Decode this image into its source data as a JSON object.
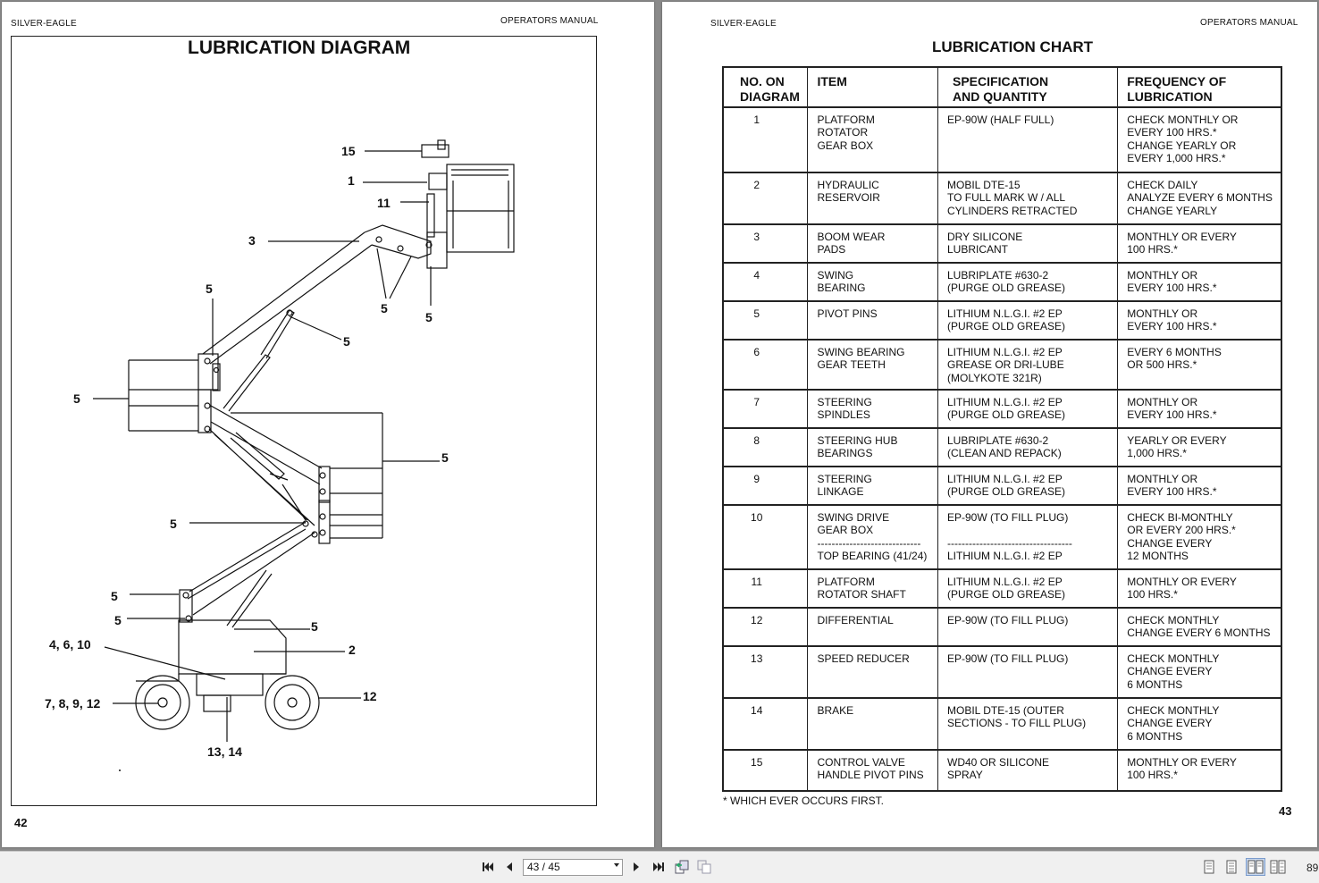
{
  "left_page": {
    "brand": "SILVER-EAGLE",
    "manual": "OPERATORS MANUAL",
    "title": "LUBRICATION DIAGRAM",
    "page_number": "42",
    "callouts": {
      "c15": "15",
      "c1": "1",
      "c11": "11",
      "c3": "3",
      "c5a": "5",
      "c5b": "5",
      "c5c": "5",
      "c5d": "5",
      "c5e": "5",
      "c5f": "5",
      "c5g": "5",
      "c5h": "5",
      "c5i": "5",
      "c5j": "5",
      "c4610": "4, 6, 10",
      "c2": "2",
      "c78912": "7, 8, 9, 12",
      "c12": "12",
      "c1314": "13, 14"
    }
  },
  "right_page": {
    "brand": "SILVER-EAGLE",
    "manual": "OPERATORS MANUAL",
    "title": "LUBRICATION CHART",
    "page_number": "43",
    "footnote": "* WHICH EVER OCCURS FIRST.",
    "columns": [
      "NO. ON\nDIAGRAM",
      "ITEM",
      "SPECIFICATION\nAND QUANTITY",
      "FREQUENCY OF\nLUBRICATION"
    ],
    "rows": [
      {
        "no": "1",
        "item": "PLATFORM\nROTATOR\nGEAR BOX",
        "spec": "EP-90W (HALF FULL)",
        "freq": "CHECK MONTHLY OR\nEVERY 100 HRS.*\nCHANGE YEARLY OR\nEVERY 1,000 HRS.*"
      },
      {
        "no": "2",
        "item": "HYDRAULIC\nRESERVOIR",
        "spec": "MOBIL DTE-15\nTO FULL MARK W / ALL\nCYLINDERS RETRACTED",
        "freq": "CHECK DAILY\nANALYZE EVERY 6 MONTHS\nCHANGE YEARLY"
      },
      {
        "no": "3",
        "item": "BOOM WEAR\nPADS",
        "spec": "DRY SILICONE\nLUBRICANT",
        "freq": "MONTHLY OR EVERY\n100 HRS.*"
      },
      {
        "no": "4",
        "item": "SWING\nBEARING",
        "spec": "LUBRIPLATE #630-2\n(PURGE OLD GREASE)",
        "freq": "MONTHLY OR\nEVERY 100 HRS.*"
      },
      {
        "no": "5",
        "item": "PIVOT PINS",
        "spec": "LITHIUM N.L.G.I. #2 EP\n(PURGE OLD GREASE)",
        "freq": "MONTHLY OR\nEVERY 100 HRS.*"
      },
      {
        "no": "6",
        "item": "SWING BEARING\nGEAR TEETH",
        "spec": "LITHIUM N.L.G.I. #2 EP\nGREASE OR DRI-LUBE\n(MOLYKOTE 321R)",
        "freq": "EVERY 6 MONTHS\nOR 500 HRS.*"
      },
      {
        "no": "7",
        "item": "STEERING\nSPINDLES",
        "spec": "LITHIUM N.L.G.I. #2 EP\n(PURGE OLD GREASE)",
        "freq": "MONTHLY OR\nEVERY 100 HRS.*"
      },
      {
        "no": "8",
        "item": "STEERING HUB\nBEARINGS",
        "spec": "LUBRIPLATE #630-2\n(CLEAN AND REPACK)",
        "freq": "YEARLY OR EVERY\n1,000 HRS.*"
      },
      {
        "no": "9",
        "item": "STEERING\nLINKAGE",
        "spec": "LITHIUM N.L.G.I. #2 EP\n(PURGE OLD GREASE)",
        "freq": "MONTHLY OR\nEVERY 100 HRS.*"
      },
      {
        "no": "10",
        "item": "SWING DRIVE\nGEAR BOX\n-----------------------------\nTOP BEARING (41/24)",
        "spec": "EP-90W (TO FILL PLUG)\n\n-----------------------------------\nLITHIUM N.L.G.I. #2 EP",
        "freq": "CHECK BI-MONTHLY\nOR EVERY 200 HRS.*\nCHANGE EVERY\n12 MONTHS"
      },
      {
        "no": "11",
        "item": "PLATFORM\nROTATOR SHAFT",
        "spec": "LITHIUM N.L.G.I. #2 EP\n(PURGE OLD GREASE)",
        "freq": "MONTHLY OR EVERY\n100 HRS.*"
      },
      {
        "no": "12",
        "item": "DIFFERENTIAL",
        "spec": "EP-90W (TO FILL PLUG)",
        "freq": "CHECK MONTHLY\nCHANGE EVERY 6 MONTHS"
      },
      {
        "no": "13",
        "item": "SPEED REDUCER",
        "spec": "EP-90W (TO FILL PLUG)",
        "freq": "CHECK MONTHLY\nCHANGE EVERY\n6 MONTHS"
      },
      {
        "no": "14",
        "item": "BRAKE",
        "spec": "MOBIL DTE-15 (OUTER\nSECTIONS - TO FILL PLUG)",
        "freq": "CHECK MONTHLY\nCHANGE EVERY\n6 MONTHS"
      },
      {
        "no": "15",
        "item": "CONTROL VALVE\nHANDLE PIVOT PINS",
        "spec": "WD40 OR SILICONE\nSPRAY",
        "freq": "MONTHLY OR EVERY\n100 HRS.*"
      }
    ]
  },
  "toolbar": {
    "page_value": "43 / 45",
    "zoom": "89",
    "icons": [
      "first-page-icon",
      "prev-page-icon",
      "next-page-icon",
      "last-page-icon",
      "previous-view-icon",
      "next-view-icon",
      "single-page-icon",
      "continuous-icon",
      "facing-icon",
      "continuous-facing-icon"
    ]
  }
}
